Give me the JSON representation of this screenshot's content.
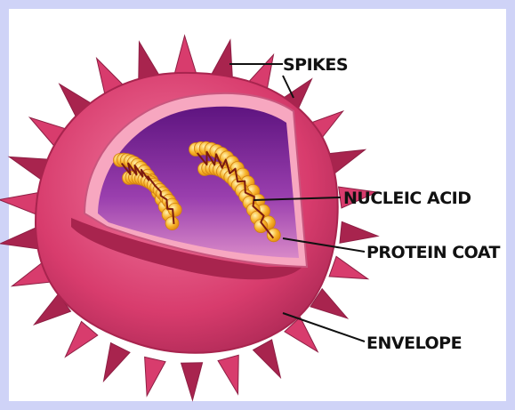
{
  "diagram": {
    "labels": {
      "spikes": "SPIKES",
      "nucleic_acid": "NUCLEIC ACID",
      "protein_coat": "PROTEIN COAT",
      "envelope": "ENVELOPE"
    },
    "colors": {
      "frame": "#cfd3f7",
      "background": "#ffffff",
      "envelope": "#d83c6d",
      "envelope_dark": "#a8244e",
      "envelope_light": "#f7a7c0",
      "interior": "#8a2aa0",
      "interior_light": "#c87fc6",
      "protein_bead": "#f8b42c",
      "nucleic_acid": "#7a1a10"
    }
  }
}
